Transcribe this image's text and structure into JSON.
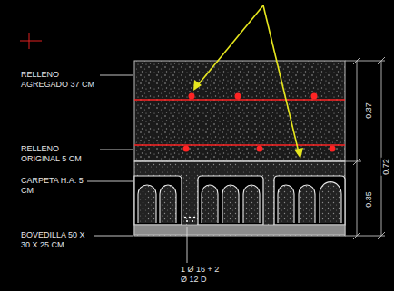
{
  "diagram": {
    "labels": [
      "RELLENO AGREGADO 37 CM",
      "RELLENO ORIGINAL 5 CM",
      "CARPETA H.A. 5 CM",
      "BOVEDILLA 50 X 30 X 25 CM",
      "1 Ø 16 + 2 Ø 12 D",
      "0.37",
      "0.72",
      "0.35"
    ]
  }
}
